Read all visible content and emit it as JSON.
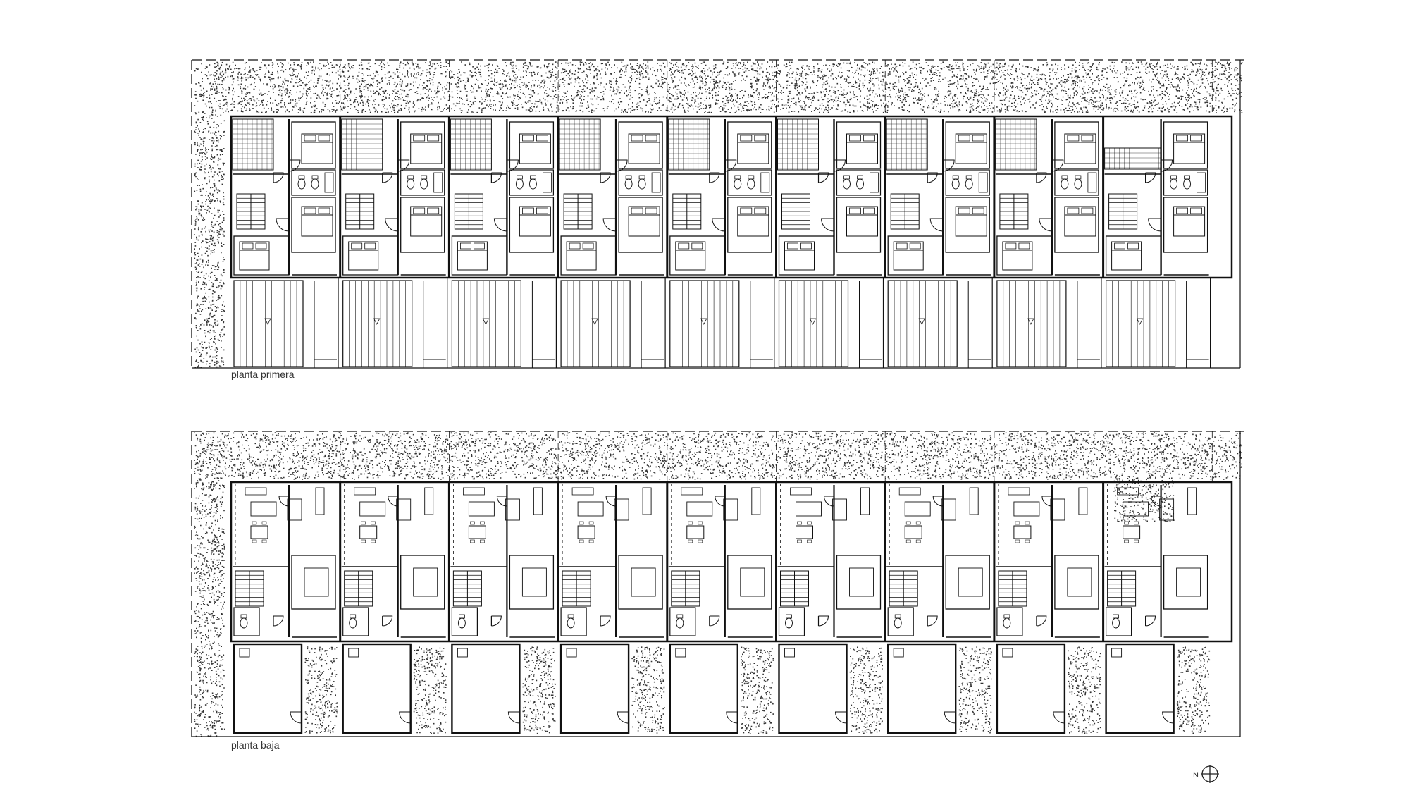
{
  "plans": [
    {
      "id": "first-floor",
      "label": "planta primera",
      "units": 9,
      "level": "upper"
    },
    {
      "id": "ground-floor",
      "label": "planta baja",
      "units": 9,
      "level": "ground"
    }
  ],
  "north": {
    "label": "N"
  }
}
